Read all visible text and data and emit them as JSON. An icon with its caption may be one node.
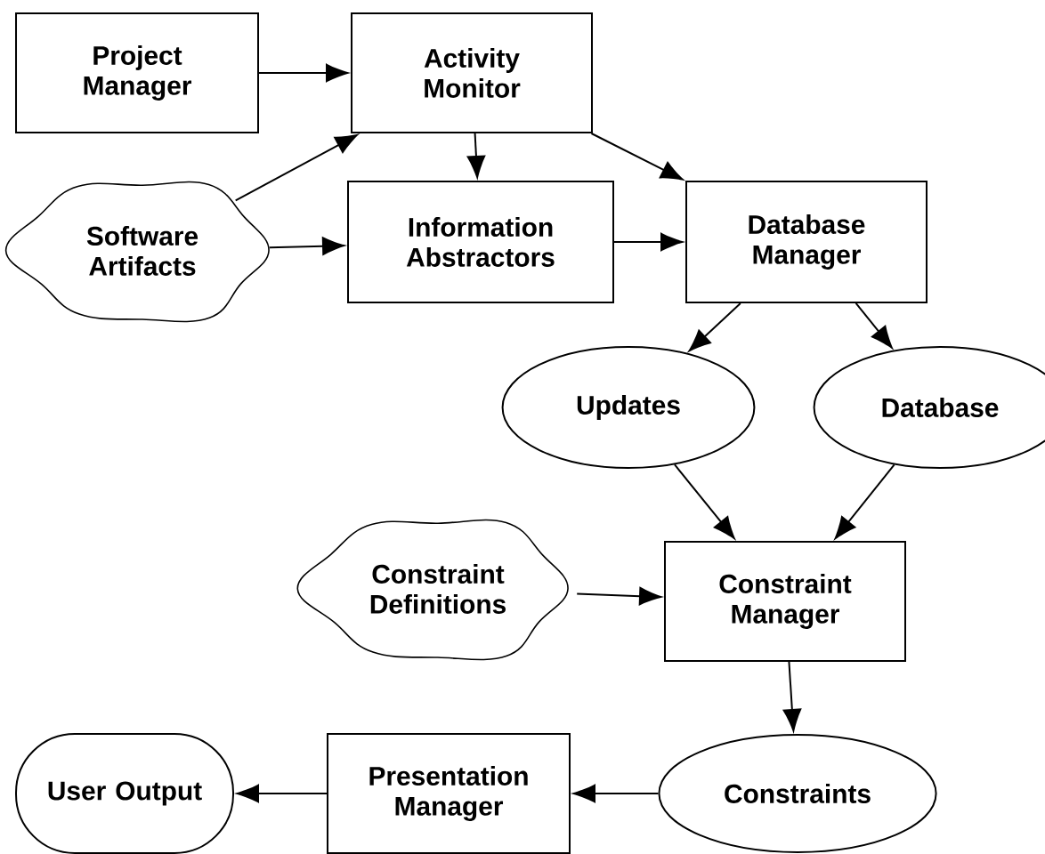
{
  "diagram": {
    "nodes": [
      {
        "text": [
          "Project Manager"
        ]
      },
      {
        "text": [
          "Activity Monitor"
        ]
      },
      {
        "text": [
          "Software Artifacts"
        ]
      },
      {
        "text": [
          "Information Abstractors"
        ]
      },
      {
        "text": [
          "Database Manager"
        ]
      },
      {
        "text": [
          "Updates"
        ]
      },
      {
        "text": [
          "Database"
        ]
      },
      {
        "text": [
          "Constraint Definitions"
        ]
      },
      {
        "text": [
          "Constraint Manager"
        ]
      },
      {
        "text": [
          "Constraints"
        ]
      },
      {
        "text": [
          "Presentation Manager"
        ]
      },
      {
        "text": [
          "User Output"
        ]
      }
    ],
    "edges": [
      {
        "from": 0,
        "to": 1,
        "arrow": "to"
      },
      {
        "from": 2,
        "to": 1,
        "arrow": "to"
      },
      {
        "from": 1,
        "to": 3,
        "arrow": "to"
      },
      {
        "from": 1,
        "to": 4,
        "arrow": "to"
      },
      {
        "from": 2,
        "to": 3,
        "arrow": "to"
      },
      {
        "from": 3,
        "to": 4,
        "arrow": "to"
      },
      {
        "from": 4,
        "to": 5,
        "arrow": "to"
      },
      {
        "from": 4,
        "to": 6,
        "arrow": "to"
      },
      {
        "from": 5,
        "to": 8,
        "arrow": "to"
      },
      {
        "from": 6,
        "to": 8,
        "arrow": "to"
      },
      {
        "from": 7,
        "to": 8,
        "arrow": "to"
      },
      {
        "from": 8,
        "to": 9,
        "arrow": "to"
      },
      {
        "from": 9,
        "to": 10,
        "arrow": "to"
      },
      {
        "from": 10,
        "to": 11,
        "arrow": "to"
      }
    ]
  }
}
